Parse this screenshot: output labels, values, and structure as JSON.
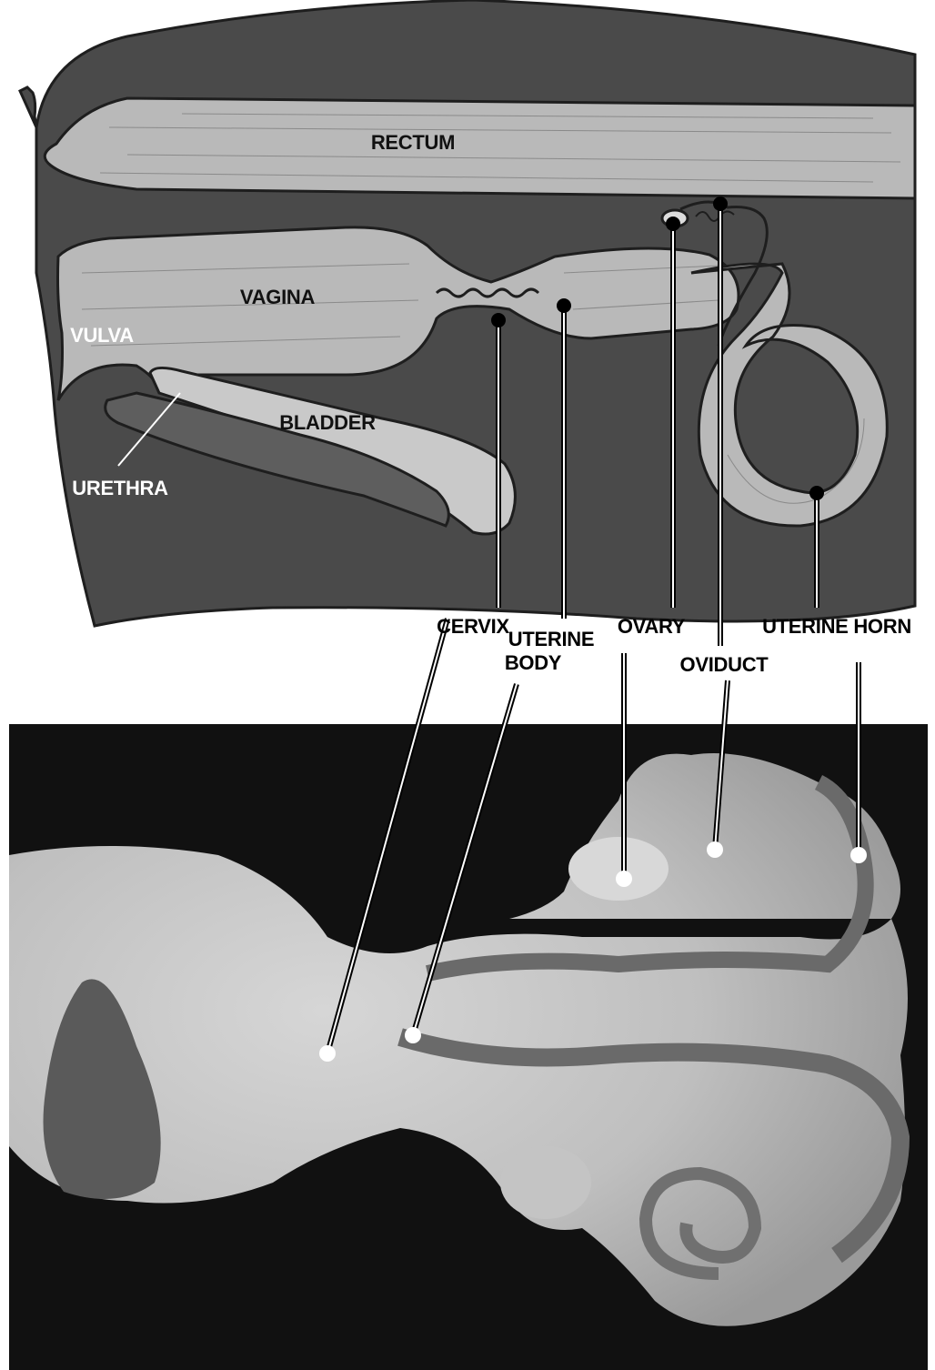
{
  "diagram": {
    "top_labels": {
      "rectum": "RECTUM",
      "vagina": "VAGINA",
      "vulva": "VULVA",
      "bladder": "BLADDER",
      "urethra": "URETHRA"
    },
    "callouts": {
      "cervix": "CERVIX",
      "uterine_body_line1": "UTERINE",
      "uterine_body_line2": "BODY",
      "ovary": "OVARY",
      "oviduct": "OVIDUCT",
      "uterine_horn": "UTERINE HORN"
    }
  },
  "colors": {
    "body_fill": "#4a4a4a",
    "organ_fill": "#b9b9b9",
    "bladder_fill": "#d3d3d3",
    "outline": "#1e1e1e",
    "photo_bg": "#111111",
    "tissue": "#bdbdbd"
  }
}
